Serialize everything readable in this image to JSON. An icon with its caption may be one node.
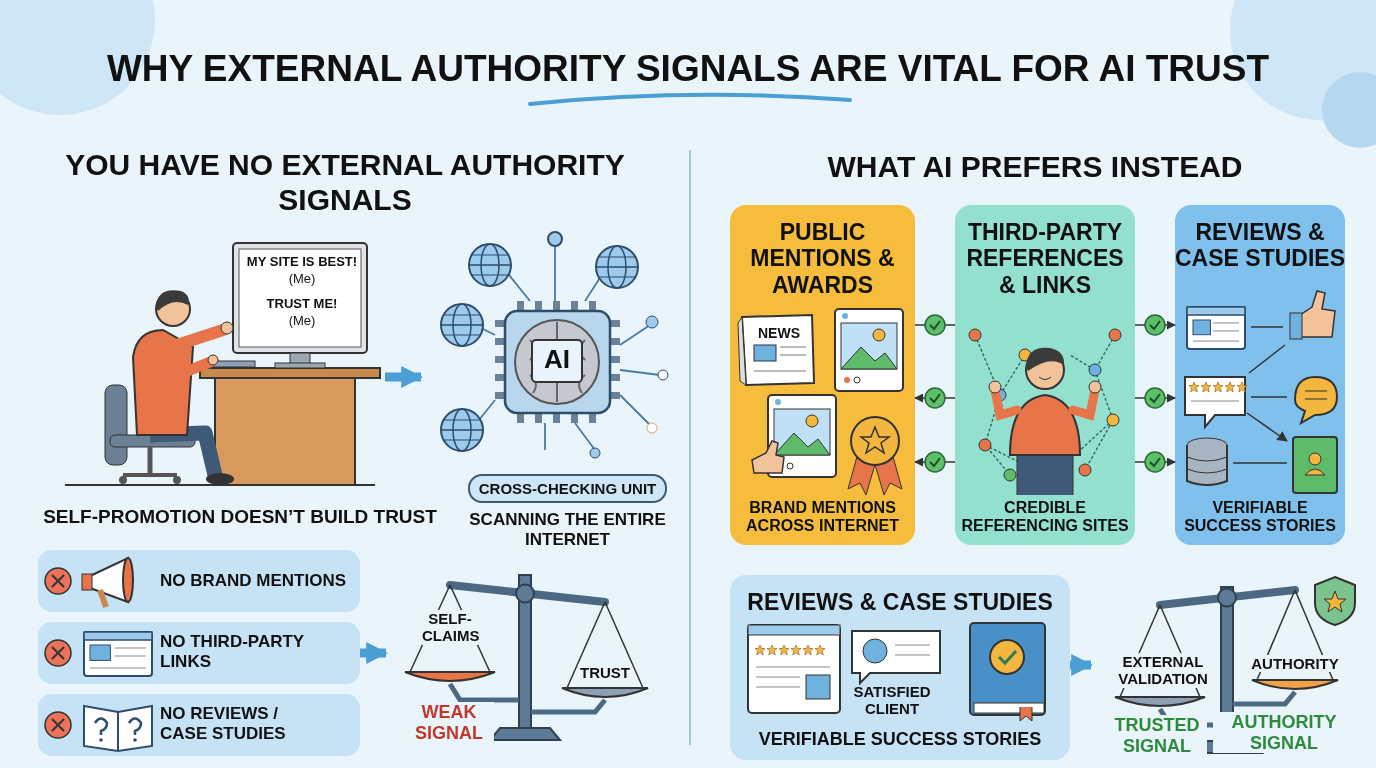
{
  "diagram": {
    "title": "WHY EXTERNAL AUTHORITY SIGNALS ARE VITAL FOR AI TRUST",
    "nodes": [
      {
        "text": [
          "MY SITE IS BEST!",
          "(Me)",
          "TRUST ME!",
          "(Me)"
        ],
        "beside": [
          "SELF-PROMOTION DOESN’T BUILD TRUST"
        ]
      },
      {
        "text": [
          "AI"
        ],
        "beside": [
          "CROSS-CHECKING UNIT",
          "SCANNING THE ENTIRE INTERNET"
        ]
      },
      {
        "text": [
          "NO BRAND MENTIONS"
        ]
      },
      {
        "text": [
          "NO THIRD-PARTY LINKS"
        ]
      },
      {
        "text": [
          "NO REVIEWS / CASE STUDIES"
        ]
      },
      {
        "text": [
          "SELF-CLAIMS",
          "TRUST",
          "WEAK SIGNAL"
        ]
      },
      {
        "text": [
          "PUBLIC MENTIONS & AWARDS",
          "NEWS",
          "BRAND MENTIONS ACROSS INTERNET"
        ]
      },
      {
        "text": [
          "THIRD-PARTY REFERENCES & LINKS",
          "CREDIBLE REFERENCING SITES"
        ]
      },
      {
        "text": [
          "REVIEWS & CASE STUDIES",
          "VERIFIABLE SUCCESS STORIES"
        ]
      },
      {
        "text": [
          "REVIEWS & CASE STUDIES",
          "SATISFIED CLIENT",
          "VERIFIABLE SUCCESS STORIES"
        ]
      },
      {
        "text": [
          "EXTERNAL VALIDATION",
          "AUTHORITY",
          "TRUSTED SIGNAL",
          "AUTHORITY SIGNAL"
        ]
      }
    ],
    "edges": [
      {
        "from": 0,
        "to": 1,
        "arrow": "to",
        "style": "thick",
        "color": "#4a9fd4"
      },
      {
        "from": 3,
        "to": 5,
        "arrow": "to",
        "style": "thick",
        "color": "#4a9fd4"
      },
      {
        "from": 7,
        "to": 6,
        "arrow": "none"
      },
      {
        "from": 7,
        "to": 6,
        "arrow": "to"
      },
      {
        "from": 7,
        "to": 6,
        "arrow": "to"
      },
      {
        "from": 7,
        "to": 8,
        "arrow": "to"
      },
      {
        "from": 7,
        "to": 8,
        "arrow": "to"
      },
      {
        "from": 7,
        "to": 8,
        "arrow": "to"
      },
      {
        "from": 9,
        "to": 10,
        "arrow": "to",
        "style": "thick",
        "color": "#4a9fd4"
      }
    ],
    "labels": [
      "YOU HAVE NO EXTERNAL AUTHORITY SIGNALS",
      "WHAT AI PREFERS INSTEAD"
    ]
  }
}
